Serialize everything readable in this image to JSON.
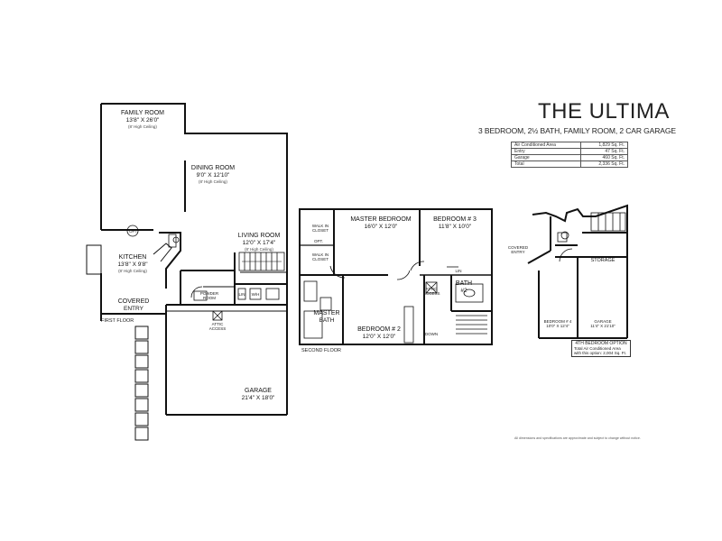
{
  "header": {
    "title": "THE ULTIMA",
    "subtitle": "3 BEDROOM, 2½ BATH, FAMILY ROOM, 2 CAR GARAGE"
  },
  "area_table": [
    {
      "label": "Air Conditioned Area",
      "value": "1,829 Sq. Ft."
    },
    {
      "label": "Entry",
      "value": "47 Sq. Ft."
    },
    {
      "label": "Garage",
      "value": "460 Sq. Ft."
    },
    {
      "label": "Total",
      "value": "2,336 Sq. Ft."
    }
  ],
  "first_floor": {
    "label": "FIRST FLOOR",
    "family_room": {
      "name": "FAMILY ROOM",
      "dim": "13'8\" X 26'0\"",
      "note": "(8' High Ceiling)"
    },
    "dining_room": {
      "name": "DINING ROOM",
      "dim": "9'0\" X 12'10\"",
      "note": "(8' High Ceiling)"
    },
    "living_room": {
      "name": "LIVING ROOM",
      "dim": "12'0\" X 17'4\"",
      "note": "(8' High Ceiling)"
    },
    "kitchen": {
      "name": "KITCHEN",
      "dim": "13'8\" X 9'8\"",
      "note": "(8' High Ceiling)"
    },
    "covered_entry": {
      "line1": "COVERED",
      "line2": "ENTRY"
    },
    "garage": {
      "name": "GARAGE",
      "dim": "21'4\" X 18'0\""
    },
    "small": {
      "opt": "OPT.",
      "powder": "POWDER ROOM",
      "lin": "LIN",
      "attic": "ATTIC ACCESS",
      "wh": "W/H"
    }
  },
  "second_floor": {
    "label": "SECOND FLOOR",
    "master_bedroom": {
      "name": "MASTER BEDROOM",
      "dim": "16'0\" X 12'0\""
    },
    "bedroom3": {
      "name": "BEDROOM # 3",
      "dim": "11'8\" X 10'0\""
    },
    "bedroom2": {
      "name": "BEDROOM # 2",
      "dim": "12'0\" X 12'0\""
    },
    "master_bath": {
      "line1": "MASTER",
      "line2": "BATH"
    },
    "bath2": {
      "line1": "BATH",
      "line2": "#2"
    },
    "small": {
      "walkin1": "WALK IN CLOSET",
      "walkin2": "WALK IN CLOSET",
      "opt": "OPT.",
      "attic": "ATTIC ACCESS",
      "down": "DOWN",
      "lin": "LIN"
    }
  },
  "option": {
    "covered_entry": "COVERED ENTRY",
    "storage": "STORAGE",
    "bedroom4": {
      "name": "BEDROOM # 4",
      "dim": "10'0\" X 12'4\""
    },
    "garage": {
      "name": "GARAGE",
      "dim": "11'4\" X 21'10\""
    },
    "box_title": "4TH BEDROOM OPTION",
    "box_line1": "Total Air Conditioned Area",
    "box_line2": "with this option: 2,004 Sq. Ft."
  },
  "footnote": "All dimensions and specifications are approximate and subject to change without notice."
}
